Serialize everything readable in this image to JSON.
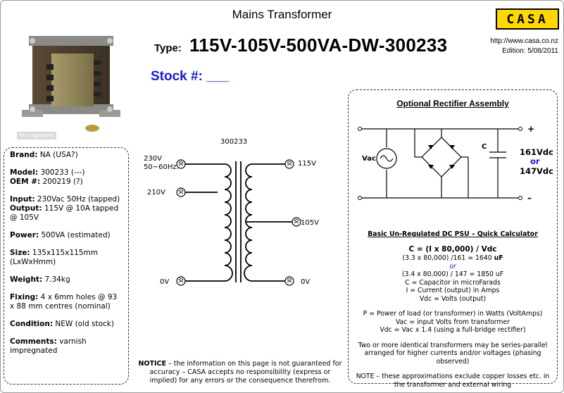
{
  "header": {
    "title": "Mains Transformer",
    "type_label": "Type:",
    "type_value": "115V-105V-500VA-DW-300233",
    "stock_label": "Stock #: ___",
    "logo_text": "CASA",
    "url": "http://www.casa.co.nz",
    "edition": "Edition: 5/08/2011"
  },
  "photo": {
    "watermark": "Not registered"
  },
  "specs": [
    {
      "label": "Brand:",
      "value": " NA (USA?)"
    },
    {
      "label": "Model:",
      "value": " 300233 (---)",
      "label2": "OEM #:",
      "value2": " 200219 (?)"
    },
    {
      "label": "Input:",
      "value": " 230Vac 50Hz (tapped)",
      "label2": "Output:",
      "value2": " 115V @ 10A tapped @ 105V"
    },
    {
      "label": "Power:",
      "value": " 500VA (estimated)"
    },
    {
      "label": "Size:",
      "value": " 135x115x115mm (LxWxHmm)"
    },
    {
      "label": "Weight:",
      "value": " 7.34kg"
    },
    {
      "label": "Fixing:",
      "value": "  4 x 6mm holes @ 93 x 88 mm centres (nominal)"
    },
    {
      "label": "Condition:",
      "value": " NEW (old stock)"
    },
    {
      "label": "Comments:",
      "value": " varnish impregnated"
    }
  ],
  "diagram": {
    "model_number": "300233",
    "primary_top": "230V",
    "primary_freq": "50~60Hz.",
    "primary_tap": "210V",
    "primary_bottom": "0V",
    "secondary_top": "115V",
    "secondary_tap": "105V",
    "secondary_bottom": "0V"
  },
  "notice": {
    "label": "NOTICE",
    "text": " – the information on this page is not guaranteed for accuracy – CASA accepts no responsibility (express or implied) for any errors or the consequence therefrom."
  },
  "rectifier": {
    "title": "Optional Rectifier Assembly",
    "vac_label": "Vac",
    "cap_label": "C",
    "plus": "+",
    "minus": "–",
    "v1": "161Vdc",
    "or": "or",
    "v2": "147Vdc"
  },
  "calculator": {
    "heading": "Basic Un-Regulated DC PSU – Quick Calculator",
    "formula": "C = (I x 80,000) / Vdc",
    "ex1_text": "(3.3 x 80,000) /161 = 1640 ",
    "ex1_unit": "uF",
    "or": "or",
    "ex2": "(3.4 x 80,000) / 147 = 1850 uF",
    "def_c": "C = Capacitor in microFarads",
    "def_i": "I = Current (output) in Amps",
    "def_vdc": "Vdc = Volts (output)",
    "def_p": "P = Power of load (or transformer) in Watts (VoltAmps)",
    "def_vac": "Vac = input Volts from transformer",
    "def_vdc2": "Vdc = Vac x 1.4 (using a full-bridge rectifier)",
    "parallel": "Two or more identical transformers may be series-parallel arranged for higher currents and/or voltages (phasing observed)",
    "note": "NOTE – these approximations exclude copper losses etc. in the transformer and external wiring"
  },
  "colors": {
    "stock_blue": "#1a1acc",
    "logo_yellow": "#ffd800"
  }
}
